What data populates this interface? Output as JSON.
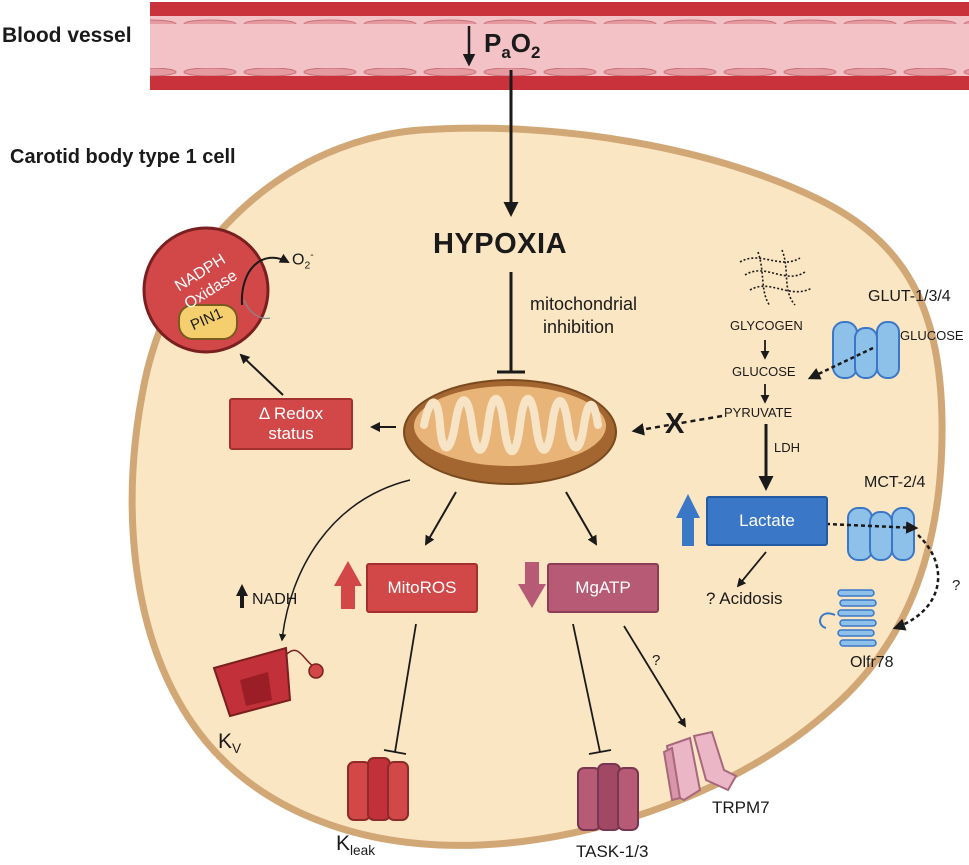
{
  "blood_vessel_label": "Blood vessel",
  "pao2": {
    "p": "P",
    "a": "a",
    "o": "O",
    "two": "2"
  },
  "cell_label": "Carotid body type 1 cell",
  "hypoxia": "HYPOXIA",
  "mito_inhibition": [
    "mitochondrial",
    "inhibition"
  ],
  "nadph": [
    "NADPH",
    "Oxidase"
  ],
  "pin1": "PIN1",
  "o2_minus": {
    "o": "O",
    "two": "2",
    "sup": "-"
  },
  "redox": [
    "Δ Redox",
    "status"
  ],
  "glycolysis": {
    "glycogen": "GLYCOGEN",
    "glucose": "GLUCOSE",
    "pyruvate": "PYRUVATE",
    "ldh": "LDH",
    "blocked": "X"
  },
  "glut": {
    "name": "GLUT-1/3/4",
    "substrate": "GLUCOSE"
  },
  "lactate": "Lactate",
  "mct": "MCT-2/4",
  "acidosis": "? Acidosis",
  "question": "?",
  "olfr78": "Olfr78",
  "nadh": "NADH",
  "mitoros": "MitoROS",
  "mgatp": "MgATP",
  "kv": {
    "k": "K",
    "sub": "V"
  },
  "kleak": {
    "k": "K",
    "sub": "leak"
  },
  "task": "TASK-1/3",
  "trpm7": "TRPM7",
  "colors": {
    "red_box": "#d24848",
    "mauve_box": "#b65a76",
    "blue_box": "#3a77c7",
    "cell_fill": "#fbe6c3",
    "cell_border": "#d2a776",
    "vessel": "#c9313b",
    "up_arrow_blue": "#3a77c7"
  }
}
